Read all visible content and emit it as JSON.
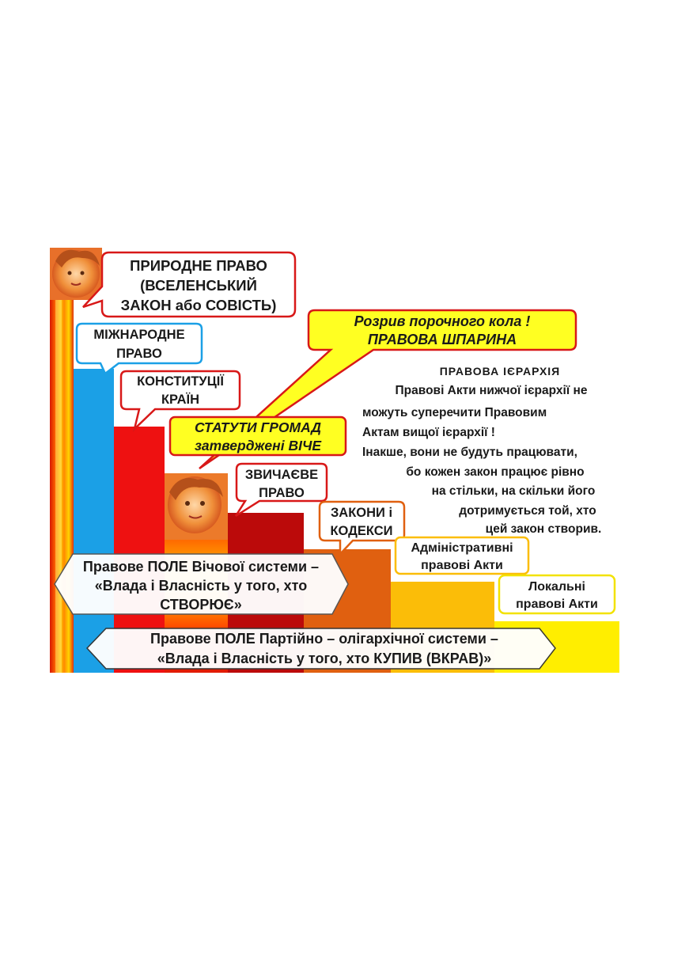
{
  "labels": {
    "natural_law": [
      "ПРИРОДНЕ ПРАВО",
      "(ВСЕЛЕНСЬКИЙ",
      "ЗАКОН або СОВІСТЬ)"
    ],
    "international_law": [
      "МІЖНАРОДНЕ",
      "ПРАВО"
    ],
    "constitutions": [
      "КОНСТИТУЦІЇ",
      "КРАЇН"
    ],
    "community_statutes": [
      "СТАТУТИ ГРОМАД",
      "затверджені ВІЧЕ"
    ],
    "customary_law": [
      "ЗВИЧАЄВЕ",
      "ПРАВО"
    ],
    "laws_codes": [
      "ЗАКОНИ і",
      "КОДЕКСИ"
    ],
    "administrative_acts": [
      "Адміністративні",
      "правові Акти"
    ],
    "local_acts": [
      "Локальні",
      "правові Акти"
    ]
  },
  "gap_callout": [
    "Розрив порочного кола !",
    "ПРАВОВА ШПАРИНА"
  ],
  "hierarchy": {
    "title": "ПРАВОВА  ІЄРАРХІЯ",
    "lines": [
      "Правові Акти нижчої ієрархії не",
      "можуть суперечити Правовим",
      "Актам вищої ієрархії !",
      "Інакше, вони не будуть працювати,",
      "бо кожен закон працює рівно",
      "на стільки, на скільки його",
      "дотримується той, хто",
      "цей закон створив."
    ]
  },
  "veche_field": [
    "Правове ПОЛЕ Вічової системи –",
    "«Влада і Власність у того, хто",
    "СТВОРЮЄ»"
  ],
  "oligarchic_field": [
    "Правове ПОЛЕ Партійно – олігархічної системи –",
    "«Влада і Власність у того, хто КУПИВ (ВКРАВ)»"
  ],
  "colors": {
    "blue": "#1ba0e6",
    "red": "#ee1111",
    "dark_red": "#bb0a0a",
    "orange": "#e06010",
    "gold": "#fbbd08",
    "yellow": "#ffee00",
    "callout_yellow": "#ffff22"
  }
}
